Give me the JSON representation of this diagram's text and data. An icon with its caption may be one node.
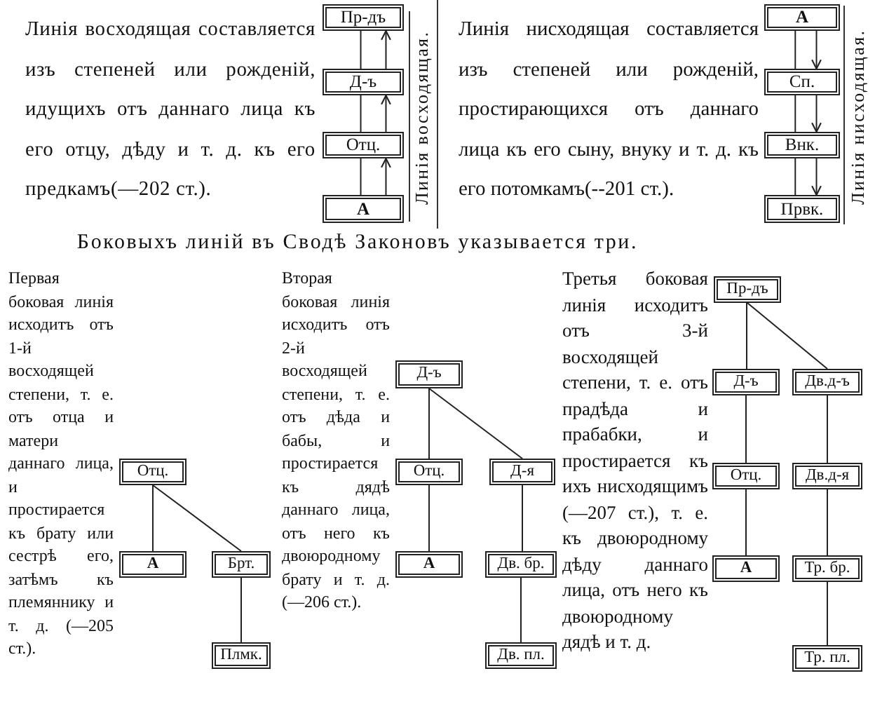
{
  "diagram": {
    "nodes": [
      {
        "text": [
          "Пр-дъ"
        ]
      },
      {
        "text": [
          "Д-ъ"
        ]
      },
      {
        "text": [
          "Отц."
        ]
      },
      {
        "text": [
          "А"
        ]
      },
      {
        "text": [
          "А"
        ]
      },
      {
        "text": [
          "Сп."
        ]
      },
      {
        "text": [
          "Внк."
        ]
      },
      {
        "text": [
          "Првк."
        ]
      },
      {
        "text": [
          "Отц."
        ]
      },
      {
        "text": [
          "А"
        ]
      },
      {
        "text": [
          "Брт."
        ]
      },
      {
        "text": [
          "Плмк."
        ]
      },
      {
        "text": [
          "Д-ъ"
        ]
      },
      {
        "text": [
          "Отц."
        ]
      },
      {
        "text": [
          "Д-я"
        ]
      },
      {
        "text": [
          "А"
        ]
      },
      {
        "text": [
          "Дв. бр."
        ]
      },
      {
        "text": [
          "Дв. пл."
        ]
      },
      {
        "text": [
          "Пр-дъ"
        ]
      },
      {
        "text": [
          "Д-ъ"
        ]
      },
      {
        "text": [
          "Дв.д-ъ"
        ]
      },
      {
        "text": [
          "Отц."
        ]
      },
      {
        "text": [
          "Дв.д-я"
        ]
      },
      {
        "text": [
          "А"
        ]
      },
      {
        "text": [
          "Тр. бр."
        ]
      },
      {
        "text": [
          "Тр. пл."
        ]
      }
    ],
    "edges": [
      {
        "from": 0,
        "to": 1,
        "arrow": "none"
      },
      {
        "from": 1,
        "to": 0,
        "arrow": "to"
      },
      {
        "from": 1,
        "to": 2,
        "arrow": "none"
      },
      {
        "from": 2,
        "to": 1,
        "arrow": "to"
      },
      {
        "from": 2,
        "to": 3,
        "arrow": "none"
      },
      {
        "from": 3,
        "to": 2,
        "arrow": "to"
      },
      {
        "from": 4,
        "to": 5,
        "arrow": "none"
      },
      {
        "from": 4,
        "to": 5,
        "arrow": "to"
      },
      {
        "from": 5,
        "to": 6,
        "arrow": "none"
      },
      {
        "from": 5,
        "to": 6,
        "arrow": "to"
      },
      {
        "from": 6,
        "to": 7,
        "arrow": "none"
      },
      {
        "from": 6,
        "to": 7,
        "arrow": "to"
      },
      {
        "from": 8,
        "to": 9,
        "arrow": "none"
      },
      {
        "from": 8,
        "to": 10,
        "arrow": "none"
      },
      {
        "from": 10,
        "to": 11,
        "arrow": "none"
      },
      {
        "from": 12,
        "to": 13,
        "arrow": "none"
      },
      {
        "from": 12,
        "to": 14,
        "arrow": "none"
      },
      {
        "from": 13,
        "to": 15,
        "arrow": "none"
      },
      {
        "from": 14,
        "to": 16,
        "arrow": "none"
      },
      {
        "from": 16,
        "to": 17,
        "arrow": "none"
      },
      {
        "from": 18,
        "to": 19,
        "arrow": "none"
      },
      {
        "from": 18,
        "to": 20,
        "arrow": "none"
      },
      {
        "from": 19,
        "to": 21,
        "arrow": "none"
      },
      {
        "from": 20,
        "to": 22,
        "arrow": "none"
      },
      {
        "from": 21,
        "to": 23,
        "arrow": "none"
      },
      {
        "from": 22,
        "to": 24,
        "arrow": "none"
      },
      {
        "from": 24,
        "to": 25,
        "arrow": "none"
      }
    ],
    "labels": [
      "Линія восходящая составляется изъ степеней или рожденій, идущихъ отъ даннаго лица къ его отцу, дѣду и т. д. къ его предкамъ(—202 ст.).",
      "Линія восходящая.",
      "Линія нисходящая составляется изъ степеней или рожденій, простирающихся отъ даннаго лица къ его сыну, внуку и т. д. къ его потомкамъ(--201 ст.).",
      "Линія нисходящая.",
      "Боковыхъ линій въ Сводѣ Законовъ указывается три.",
      "Первая боковая линія исходитъ отъ 1-й восходящей степени, т. е. отъ отца и матери даннаго лица, и простирается къ брату или сестрѣ его, затѣмъ къ племяннику и т. д. (—205 ст.).",
      "Вторая боковая линія исходитъ отъ 2-й восходящей степени, т. е. отъ дѣда и бабы, и простирается къ дядѣ даннаго лица, отъ него къ двоюродному брату и т. д. (—206 ст.).",
      "Третья боковая линія исходитъ отъ 3-й восходящей степени, т. е. отъ прадѣда и прабабки, и простирается къ ихъ нисходящимъ (—207 ст.), т. е. къ двоюродному дѣду даннаго лица, отъ него къ двоюродному дядѣ и т. д."
    ]
  }
}
